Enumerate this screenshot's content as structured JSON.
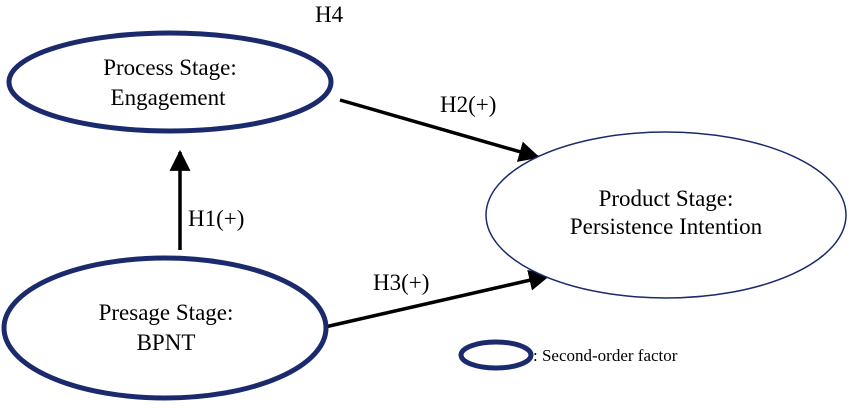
{
  "colors": {
    "second_order_stroke": "#1a2a6c",
    "first_order_stroke": "#1a2a6c",
    "arrow": "#000000",
    "text": "#000000",
    "background": "#ffffff"
  },
  "nodes": {
    "process": {
      "line1": "Process Stage:",
      "line2": "Engagement",
      "second_order": true
    },
    "presage": {
      "line1": "Presage Stage:",
      "line2": "BPNT",
      "second_order": true
    },
    "product": {
      "line1": "Product Stage:",
      "line2": "Persistence Intention",
      "second_order": false
    }
  },
  "edges": {
    "h1": {
      "label": "H1(+)",
      "from": "presage",
      "to": "process"
    },
    "h2": {
      "label": "H2(+)",
      "from": "process",
      "to": "product"
    },
    "h3": {
      "label": "H3(+)",
      "from": "presage",
      "to": "product"
    }
  },
  "h4_label": "H4",
  "legend": {
    "text": ": Second-order factor"
  }
}
